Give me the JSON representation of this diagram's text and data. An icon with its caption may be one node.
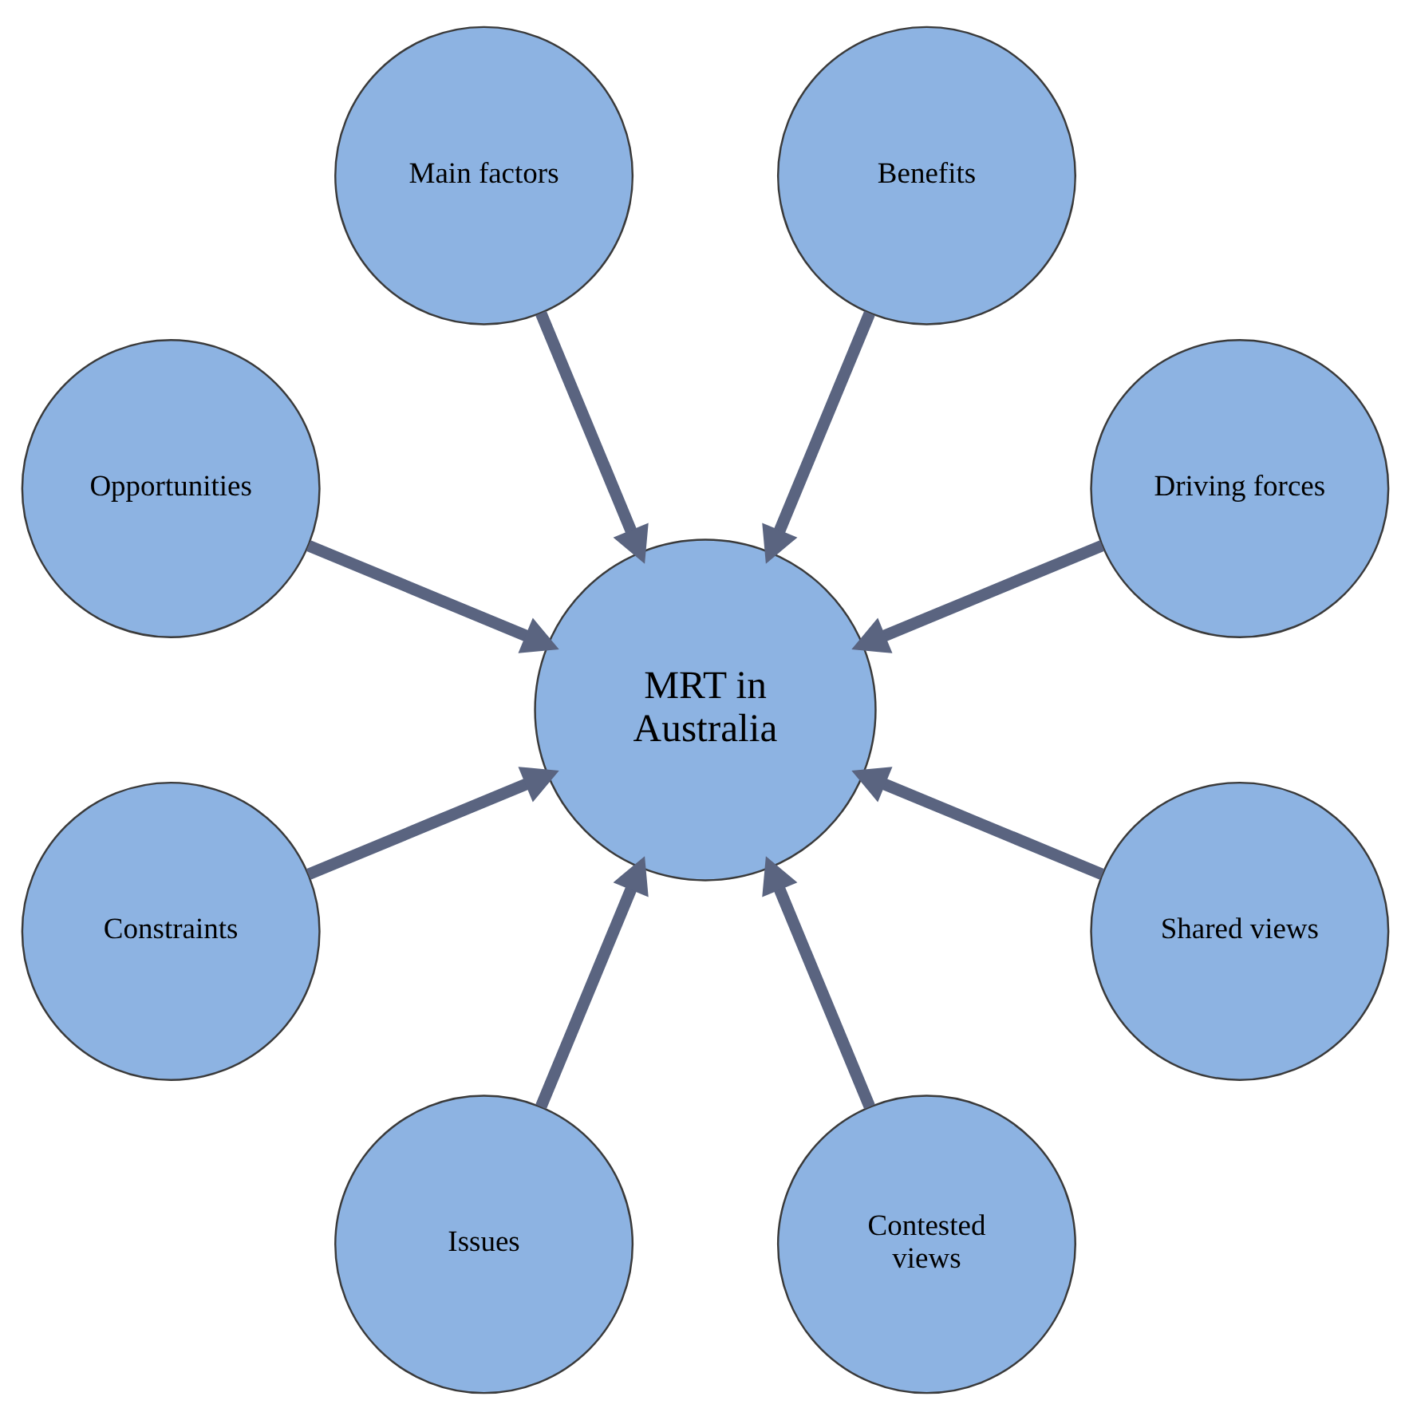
{
  "diagram": {
    "nodes": [
      {
        "text": [
          "Driving forces"
        ]
      },
      {
        "text": [
          "Benefits"
        ]
      },
      {
        "text": [
          "Main factors"
        ]
      },
      {
        "text": [
          "Opportunities"
        ]
      },
      {
        "text": [
          "MRT in Australia"
        ]
      },
      {
        "text": [
          "Constraints"
        ]
      },
      {
        "text": [
          "Issues"
        ]
      },
      {
        "text": [
          "Contested views"
        ]
      },
      {
        "text": [
          "Shared views"
        ]
      }
    ],
    "edges": [
      {
        "from": 0,
        "to": 4,
        "arrow": "to"
      },
      {
        "from": 1,
        "to": 4,
        "arrow": "to"
      },
      {
        "from": 2,
        "to": 4,
        "arrow": "to"
      },
      {
        "from": 3,
        "to": 4,
        "arrow": "to"
      },
      {
        "from": 5,
        "to": 4,
        "arrow": "to"
      },
      {
        "from": 6,
        "to": 4,
        "arrow": "to"
      },
      {
        "from": 7,
        "to": 4,
        "arrow": "to"
      },
      {
        "from": 8,
        "to": 4,
        "arrow": "to"
      }
    ]
  }
}
